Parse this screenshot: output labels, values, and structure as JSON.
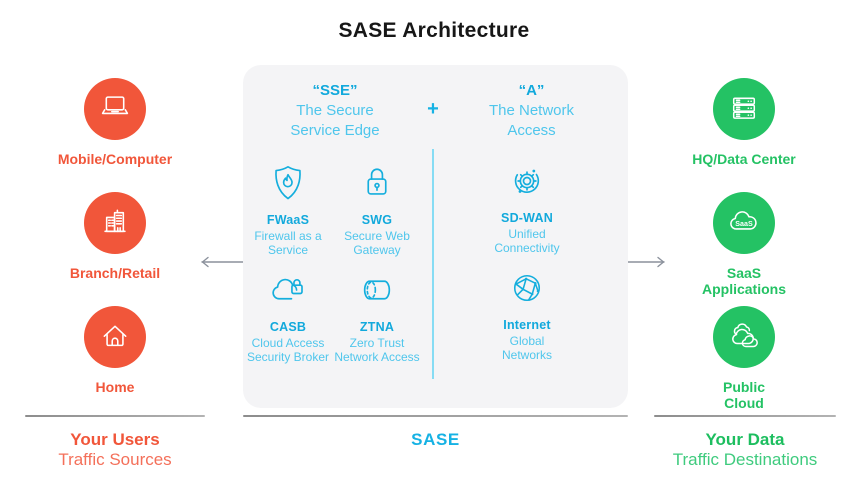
{
  "title": "SASE Architecture",
  "colors": {
    "orange": "#F1563A",
    "green": "#24C264",
    "cyan": "#16B2E4",
    "box_background": "#F4F4F6",
    "line_gray": "#9A9A9A"
  },
  "sources": {
    "items": [
      {
        "icon": "laptop-icon",
        "label": "Mobile/Computer",
        "label2": ""
      },
      {
        "icon": "buildings-icon",
        "label": "Branch/Retail",
        "label2": ""
      },
      {
        "icon": "house-icon",
        "label": "Home",
        "label2": ""
      }
    ],
    "footer_title": "Your Users",
    "footer_subtitle": "Traffic Sources"
  },
  "sase_box": {
    "sse_header": {
      "abbr": "“SSE”",
      "line1": "The Secure",
      "line2": "Service Edge"
    },
    "plus": "+",
    "na_header": {
      "abbr": "“A”",
      "line1": "The Network",
      "line2": "Access"
    },
    "sse_items": [
      {
        "icon": "shield-flame-icon",
        "abbr": "FWaaS",
        "desc1": "Firewall as a",
        "desc2": "Service"
      },
      {
        "icon": "padlock-icon",
        "abbr": "SWG",
        "desc1": "Secure Web",
        "desc2": "Gateway"
      },
      {
        "icon": "cloud-lock-icon",
        "abbr": "CASB",
        "desc1": "Cloud Access",
        "desc2": "Security Broker"
      },
      {
        "icon": "tunnel-icon",
        "abbr": "ZTNA",
        "desc1": "Zero Trust",
        "desc2": "Network Access"
      }
    ],
    "na_items": [
      {
        "icon": "gear-orbit-icon",
        "abbr": "SD-WAN",
        "desc1": "Unified",
        "desc2": "Connectivity"
      },
      {
        "icon": "globe-network-icon",
        "abbr": "Internet",
        "desc1": "Global",
        "desc2": "Networks"
      }
    ],
    "footer_title": "SASE"
  },
  "destinations": {
    "items": [
      {
        "icon": "server-stack-icon",
        "label": "HQ/Data Center",
        "label2": ""
      },
      {
        "icon": "saas-cloud-icon",
        "label": "SaaS",
        "label2": "Applications",
        "icon_text": "SaaS"
      },
      {
        "icon": "clouds-icon",
        "label": "Public",
        "label2": "Cloud"
      }
    ],
    "footer_title": "Your Data",
    "footer_subtitle": "Traffic Destinations"
  }
}
